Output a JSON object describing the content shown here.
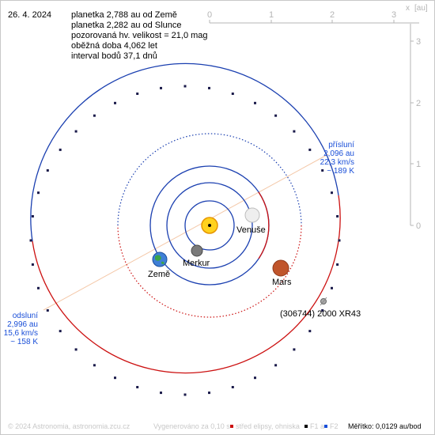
{
  "header": {
    "date": "26. 4. 2024",
    "info_lines": [
      "planetka 2,788 au od Země",
      "planetka 2,282 au od Slunce",
      "pozorovaná hv. velikost = 21,0 mag",
      "oběžná doba 4,062 let",
      "interval bodů 37,1 dnů"
    ]
  },
  "axes": {
    "x_label": "x",
    "unit_label": "[au]",
    "x_ticks": [
      "0",
      "1",
      "2",
      "3"
    ],
    "y_ticks": [
      "3",
      "2",
      "1",
      "0"
    ]
  },
  "bodies": {
    "venus": "Venuše",
    "mercury": "Merkur",
    "earth": "Země",
    "mars": "Mars",
    "asteroid": "(306744) 2000 XR43"
  },
  "perihelion": {
    "label": "přísluní",
    "distance": "2,096 au",
    "speed": "22,3 km/s",
    "temperature": "~ 189 K"
  },
  "aphelion": {
    "label": "odsluní",
    "distance": "2,996 au",
    "speed": "15,6 km/s",
    "temperature": "~ 158 K"
  },
  "footer": {
    "copyright": "© 2024 Astronomia, astronomia.zcu.cz",
    "generated": "Vygenerováno za 0,10 s",
    "legend_center": "střed elipsy, ohniska",
    "legend_f1": "F1 a",
    "legend_f2": "F2",
    "scale": "Měřítko: 0,0129 au/bod"
  },
  "colors": {
    "orbit_blue": "#1a3fb0",
    "orbit_red": "#cc1111",
    "label_blue": "#1a4fd8",
    "axis_gray": "#b4b4b4",
    "apsides_line": "#f4c8a8",
    "footer_gray": "#c8c8c8"
  }
}
